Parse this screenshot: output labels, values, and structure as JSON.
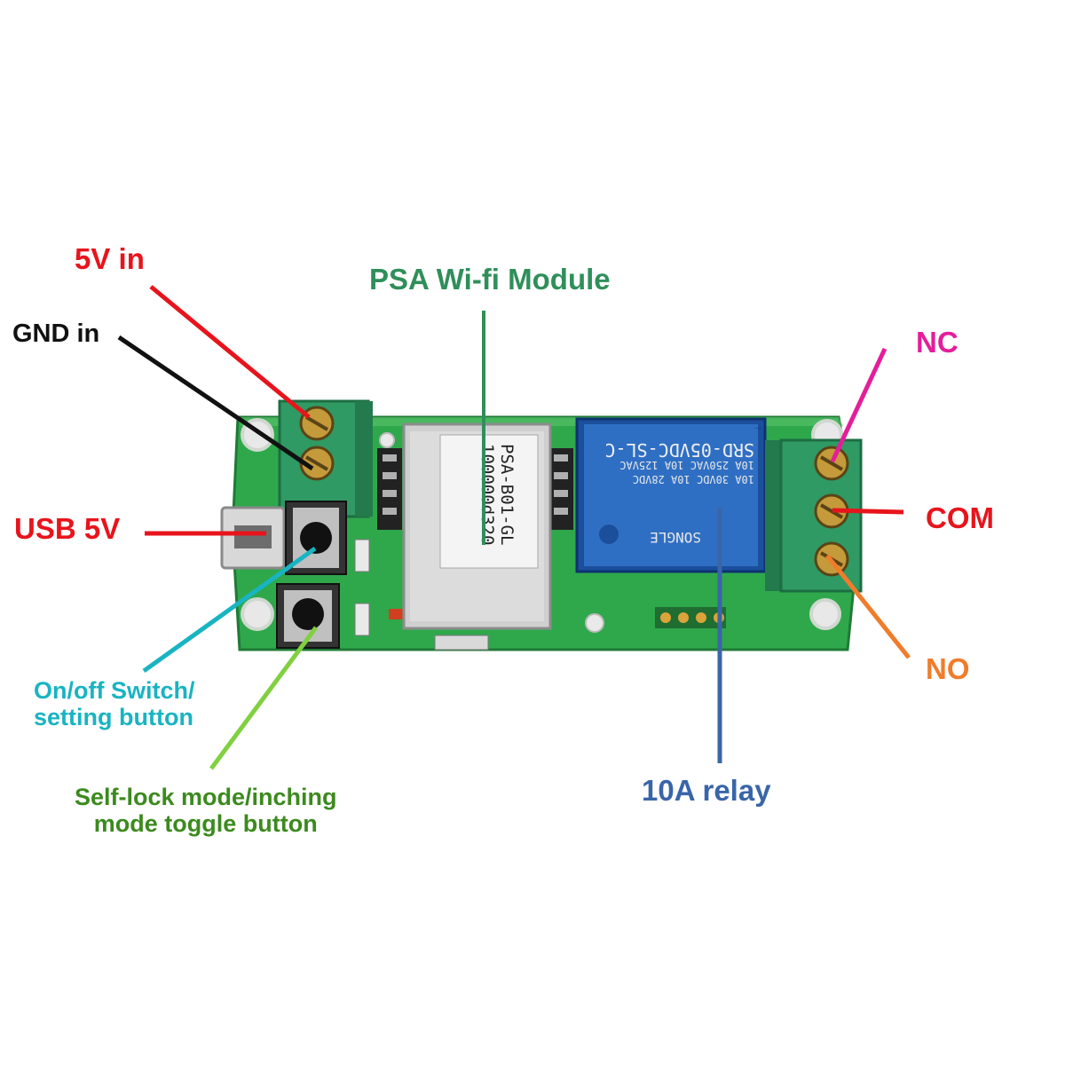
{
  "colors": {
    "red": "#e8141c",
    "black": "#111111",
    "green": "#2f8f5a",
    "magenta": "#e41e9a",
    "orange": "#f07c2b",
    "teal": "#18b4c2",
    "lightgreen": "#80d040",
    "darkgreen": "#3c8a1e",
    "blue": "#3a65a8",
    "board": "#2fa84c",
    "terminal": "#2f9a63",
    "relay": "#2f6fc3"
  },
  "labels": {
    "v5_in": "5V in",
    "gnd_in": "GND in",
    "usb_5v": "USB 5V",
    "wifi_module": "PSA Wi-fi Module",
    "nc": "NC",
    "com": "COM",
    "no": "NO",
    "onoff_line1": "On/off Switch/",
    "onoff_line2": "setting button",
    "selflock_line1": "Self-lock mode/inching",
    "selflock_line2": "mode toggle button",
    "relay": "10A relay"
  },
  "module_print": {
    "line1": "PSA-B01-GL",
    "line2": "100000d320"
  },
  "relay_print": {
    "line1": "SRD-05VDC-SL-C",
    "line2": "10A 250VAC 10A 125VAC",
    "line3": "10A 30VDC 10A 28VDC",
    "brand": "SONGLE"
  }
}
